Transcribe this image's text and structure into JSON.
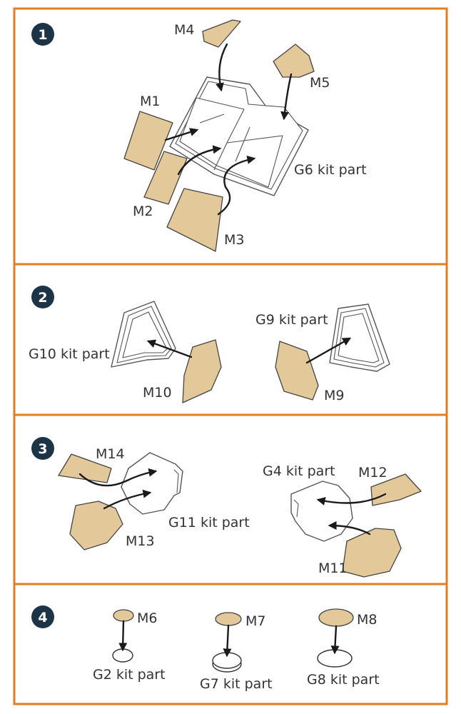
{
  "colors": {
    "border": "#e27e1e",
    "badge": "#1d3346",
    "mask_fill": "#e3c99a",
    "outline": "#444444"
  },
  "steps": [
    {
      "number": "1",
      "labels": {
        "m4": "M4",
        "m5": "M5",
        "m1": "M1",
        "m2": "M2",
        "m3": "M3",
        "kit": "G6 kit part"
      }
    },
    {
      "number": "2",
      "labels": {
        "g10": "G10 kit part",
        "g9": "G9 kit part",
        "m10": "M10",
        "m9": "M9"
      }
    },
    {
      "number": "3",
      "labels": {
        "m14": "M14",
        "m13": "M13",
        "g11": "G11 kit part",
        "g4": "G4 kit part",
        "m12": "M12",
        "m11": "M11"
      }
    },
    {
      "number": "4",
      "labels": {
        "m6": "M6",
        "m7": "M7",
        "m8": "M8",
        "g2": "G2 kit part",
        "g7": "G7 kit part",
        "g8": "G8 kit part"
      }
    }
  ]
}
